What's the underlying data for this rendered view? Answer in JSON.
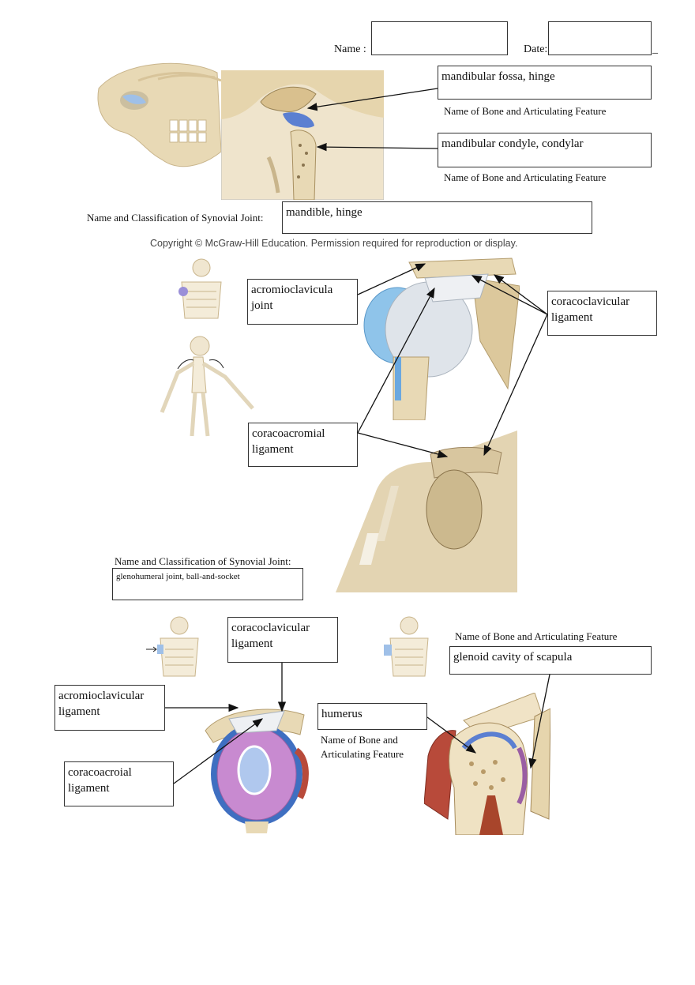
{
  "header": {
    "name_label": "Name :",
    "name_underline": "_",
    "date_label": "Date:",
    "date_underline": "_"
  },
  "section1": {
    "box_fossa": "mandibular fossa, hinge",
    "caption_fossa": "Name of Bone and Articulating Feature",
    "box_condyle": "mandibular condyle, condylar",
    "caption_condyle": "Name of Bone and Articulating Feature",
    "joint_label": "Name and Classification of Synovial Joint:",
    "joint_value": "mandible, hinge",
    "copyright": "Copyright © McGraw-Hill Education. Permission required for reproduction or display."
  },
  "section2": {
    "box_acromio": "acromioclavicula\njoint",
    "box_coracoclav": "coracoclavicular\nligament",
    "box_coracoacrom": "coracoacromial\nligament",
    "joint_label": "Name and Classification of Synovial Joint:",
    "joint_value": "glenohumeral joint, ball-and-socket"
  },
  "section3": {
    "box_coracoclav": "coracoclavicular\nligament",
    "box_acromio": "acromioclavicular\nligament",
    "box_coracoacroial": "coracoacroial\nligament",
    "box_humerus": "humerus",
    "caption_humerus": "Name of Bone and\nArticulating Feature",
    "caption_glenoid": "Name of Bone and Articulating Feature",
    "box_glenoid": "glenoid cavity of scapula"
  },
  "colors": {
    "bone": "#e8d9b5",
    "cartilage": "#5b7fd1",
    "muscle": "#b84a3a",
    "capsule": "#c88ad0"
  }
}
